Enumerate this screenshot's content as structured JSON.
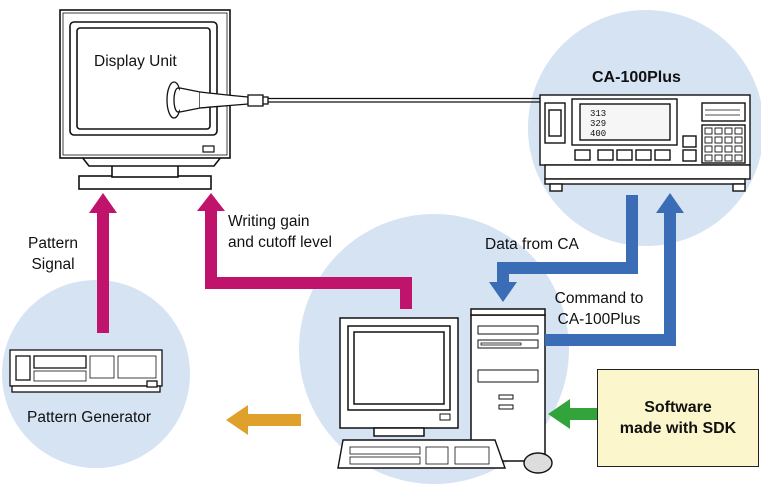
{
  "labels": {
    "display_unit": "Display Unit",
    "ca_title": "CA-100Plus",
    "pattern_signal_1": "Pattern",
    "pattern_signal_2": "Signal",
    "writing_1": "Writing gain",
    "writing_2": "and cutoff level",
    "data_from_ca": "Data from CA",
    "command_1": "Command to",
    "command_2": "CA-100Plus",
    "pattern_generator": "Pattern Generator",
    "software_1": "Software",
    "software_2": "made with SDK"
  },
  "ca_display_readout": [
    "313",
    "329",
    "400"
  ],
  "colors": {
    "circle_fill": "#d6e3f3",
    "magenta_arrow": "#c0136b",
    "blue_arrow": "#3a6db5",
    "orange_arrow": "#e0a02c",
    "green_arrow": "#33a33c",
    "software_box_fill": "#fbf6cc"
  }
}
